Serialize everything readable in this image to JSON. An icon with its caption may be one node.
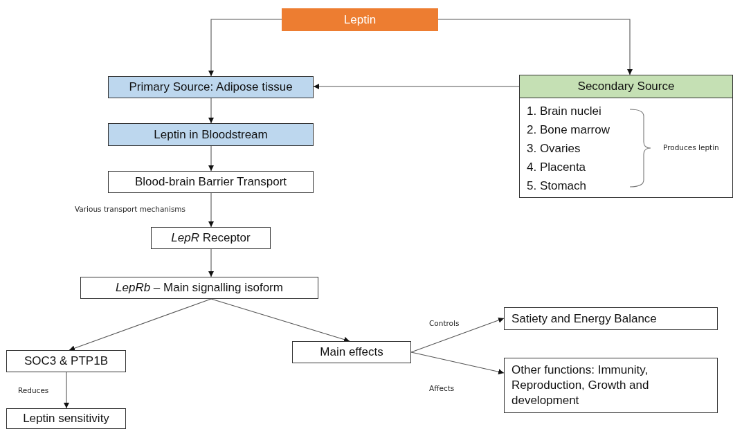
{
  "diagram": {
    "nodes": [
      {
        "text": [
          "Leptin"
        ]
      },
      {
        "text": [
          "Primary Source: Adipose tissue"
        ]
      },
      {
        "text": [
          "Secondary Source"
        ]
      },
      {
        "text": [
          "1. Brain nuclei",
          "2. Bone marrow",
          "3. Ovaries",
          "4. Placenta",
          "5. Stomach"
        ]
      },
      {
        "text": [
          "Leptin in Bloodstream"
        ]
      },
      {
        "text": [
          "Blood-brain Barrier Transport"
        ]
      },
      {
        "text": [
          "*LepR* Receptor"
        ]
      },
      {
        "text": [
          "*LepRb* – Main signalling isoform"
        ]
      },
      {
        "text": [
          "SOC3 & PTP1B"
        ]
      },
      {
        "text": [
          "Leptin sensitivity"
        ]
      },
      {
        "text": [
          "Main effects"
        ]
      },
      {
        "text": [
          "Satiety and Energy Balance"
        ]
      },
      {
        "text": [
          "Other functions: Immunity, Reproduction, Growth and development"
        ]
      }
    ],
    "edges": [
      {
        "from": 0,
        "to": 1,
        "arrow": "to"
      },
      {
        "from": 0,
        "to": 2,
        "arrow": "to"
      },
      {
        "from": 2,
        "to": 1,
        "arrow": "to"
      },
      {
        "from": 1,
        "to": 4,
        "arrow": "to"
      },
      {
        "from": 4,
        "to": 5,
        "arrow": "to"
      },
      {
        "from": 5,
        "to": 6,
        "arrow": "to",
        "label": "Various transport mechanisms"
      },
      {
        "from": 6,
        "to": 7,
        "arrow": "to"
      },
      {
        "from": 7,
        "to": 8,
        "arrow": "to"
      },
      {
        "from": 7,
        "to": 10,
        "arrow": "to"
      },
      {
        "from": 8,
        "to": 9,
        "arrow": "to",
        "label": "Reduces"
      },
      {
        "from": 10,
        "to": 11,
        "arrow": "to",
        "label": "Controls"
      },
      {
        "from": 10,
        "to": 12,
        "arrow": "to",
        "label": "Affects"
      }
    ],
    "labels": [
      "Produces leptin"
    ]
  }
}
